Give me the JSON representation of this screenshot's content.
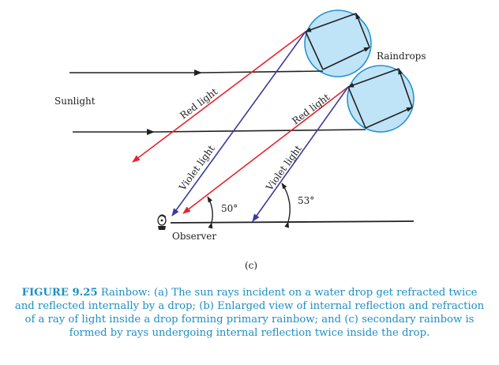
{
  "diagram": {
    "labels": {
      "sunlight": "Sunlight",
      "raindrops": "Raindrops",
      "red_light_1": "Red light",
      "violet_light_1": "Violet light",
      "red_light_2": "Red light",
      "violet_light_2": "Violet light",
      "angle_1": "50°",
      "angle_2": "53°",
      "observer": "Observer",
      "panel": "(c)"
    },
    "colors": {
      "red_ray": "#e5242b",
      "violet_ray": "#3a3a9e",
      "drop_fill": "#bfe3f7",
      "drop_stroke": "#1e8fd0",
      "sun_ray": "#222222"
    }
  },
  "caption": {
    "heading": "FIGURE 9.25",
    "text": " Rainbow: (a) The sun rays incident on a water drop get refracted twice and reflected internally by a drop; (b) Enlarged view of internal reflection and refraction of a ray of light inside a drop forming primary rainbow; and (c) secondary rainbow is formed by rays undergoing internal reflection twice inside the drop."
  }
}
